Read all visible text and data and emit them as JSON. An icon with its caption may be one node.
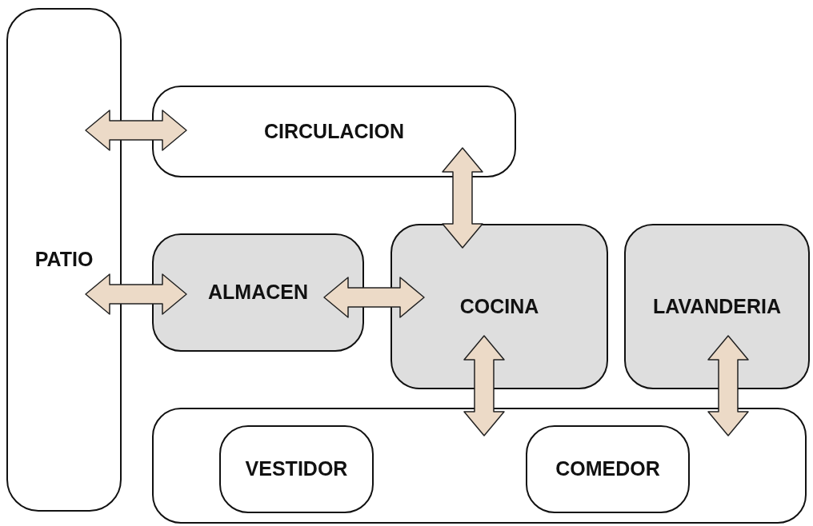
{
  "diagram": {
    "nodes": [
      {
        "text": [
          "PATIO"
        ]
      },
      {
        "text": [
          "CIRCULACION"
        ]
      },
      {
        "text": [
          "ALMACEN"
        ]
      },
      {
        "text": [
          "COCINA"
        ]
      },
      {
        "text": [
          "LAVANDERIA"
        ]
      },
      {
        "text": [],
        "shape": "box"
      },
      {
        "text": [
          "VESTIDOR"
        ],
        "in": 5
      },
      {
        "text": [
          "COMEDOR"
        ],
        "in": 5
      }
    ],
    "edges": [
      {
        "from": 0,
        "to": 1,
        "arrow": "both"
      },
      {
        "from": 0,
        "to": 2,
        "arrow": "both"
      },
      {
        "from": 2,
        "to": 3,
        "arrow": "both"
      },
      {
        "from": 1,
        "to": 3,
        "arrow": "both"
      },
      {
        "from": 3,
        "to": 5,
        "arrow": "both"
      },
      {
        "from": 4,
        "to": 5,
        "arrow": "both"
      }
    ]
  }
}
